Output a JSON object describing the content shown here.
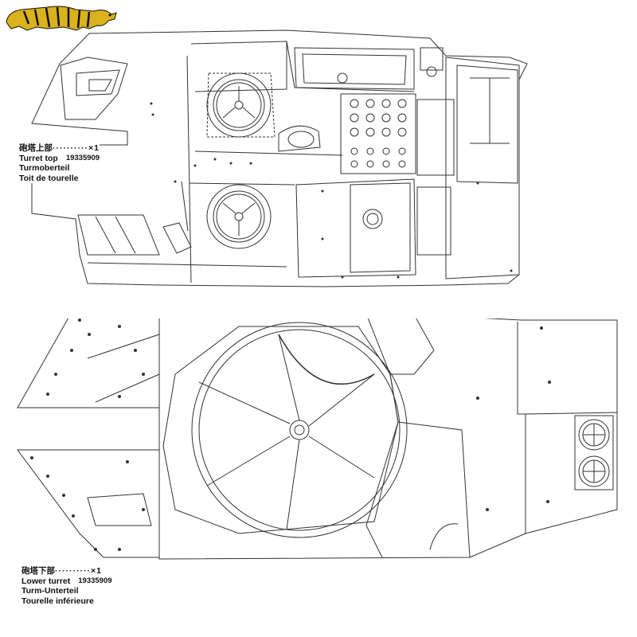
{
  "turret_top": {
    "jp_label": "砲塔上部",
    "quantity": "··········×1",
    "name_en": "Turret top",
    "part_number": "19335909",
    "name_de": "Turmoberteil",
    "name_fr": "Toit de tourelle"
  },
  "lower_turret": {
    "jp_label": "砲塔下部",
    "quantity": "··········×1",
    "name_en": "Lower turret",
    "part_number": "19335909",
    "name_de": "Turm-Unterteil",
    "name_fr": "Tourelle inférieure"
  },
  "logo": {
    "icon": "tiger-icon",
    "color": "#d9b21c"
  },
  "colors": {
    "line": "#333333",
    "paper": "#ffffff"
  }
}
